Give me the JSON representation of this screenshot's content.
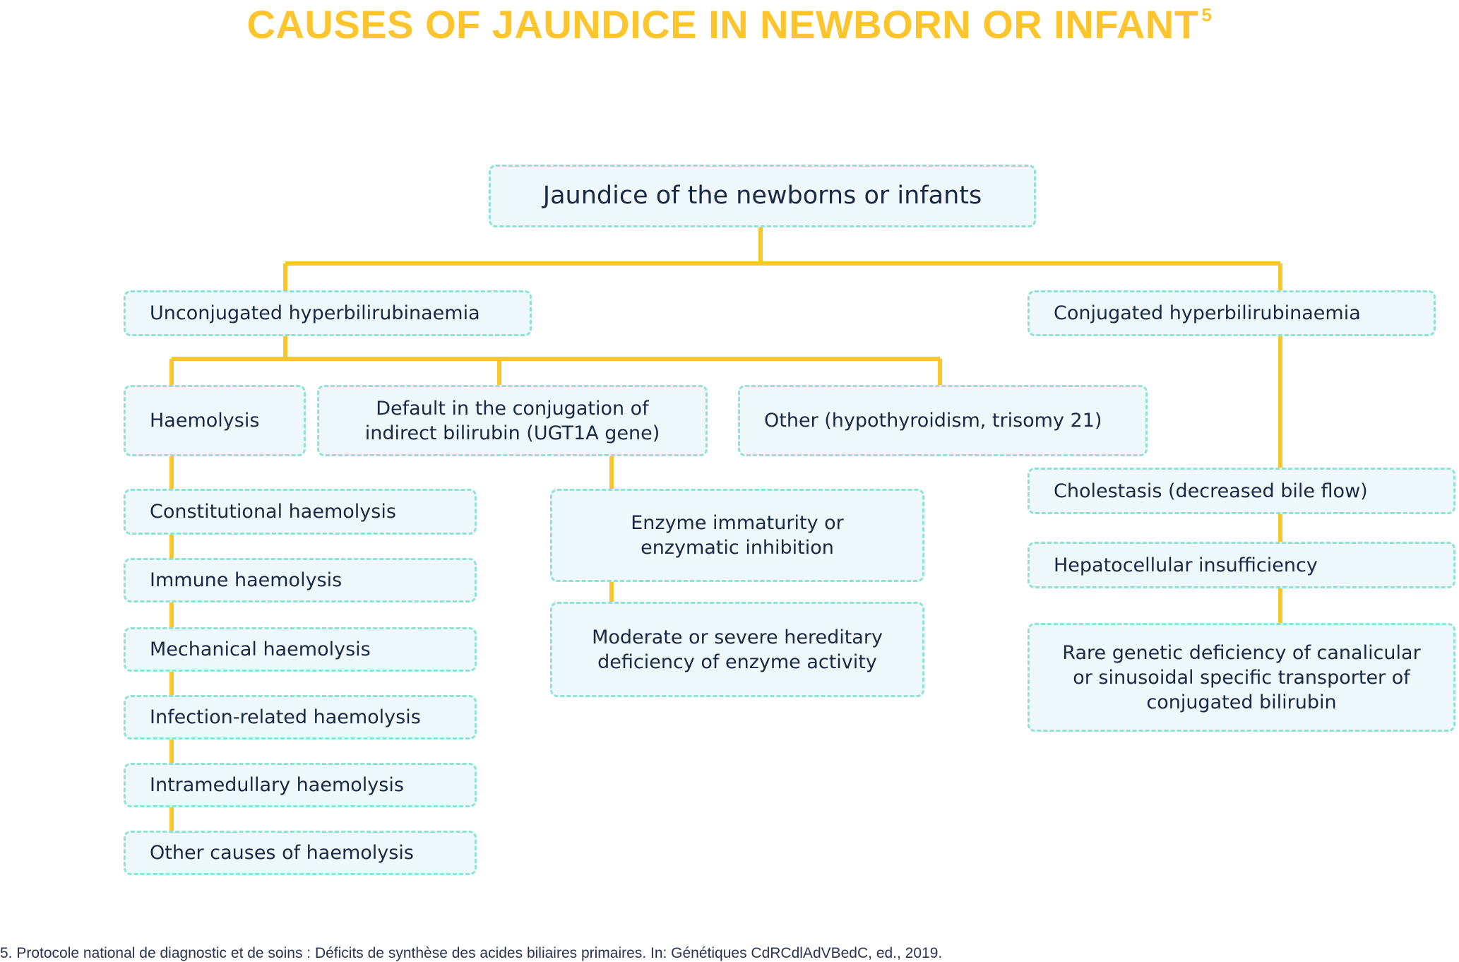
{
  "title": "CAUSES OF JAUNDICE IN NEWBORN OR INFANT",
  "title_footnote_ref": "5",
  "colors": {
    "title": "#fcc42d",
    "connector": "#fcc42d",
    "box_border": "#8fe3d2",
    "box_fill": "#eef8fb",
    "text": "#1b2845"
  },
  "nodes": {
    "root": "Jaundice of the newborns or infants",
    "unconjugated": "Unconjugated hyperbilirubinaemia",
    "conjugated": "Conjugated hyperbilirubinaemia",
    "haemolysis": "Haemolysis",
    "default_conjugation": "Default in the conjugation of\nindirect bilirubin (UGT1A gene)",
    "other_unconj": "Other (hypothyroidism, trisomy 21)",
    "haemolysis_types": [
      "Constitutional haemolysis",
      "Immune haemolysis",
      "Mechanical haemolysis",
      "Infection-related haemolysis",
      "Intramedullary haemolysis",
      "Other causes of haemolysis"
    ],
    "enzyme_immaturity": "Enzyme immaturity or\nenzymatic inhibition",
    "hereditary_deficiency": "Moderate or severe hereditary\ndeficiency of enzyme activity",
    "cholestasis": "Cholestasis (decreased bile flow)",
    "hepatocellular": "Hepatocellular insufficiency",
    "rare_genetic": "Rare genetic deficiency of canalicular\nor sinusoidal specific transporter of\nconjugated bilirubin"
  },
  "footnote": "5. Protocole national de diagnostic et de soins : Déficits de synthèse des acides biliaires primaires. In: Génétiques CdRCdlAdVBedC, ed., 2019."
}
